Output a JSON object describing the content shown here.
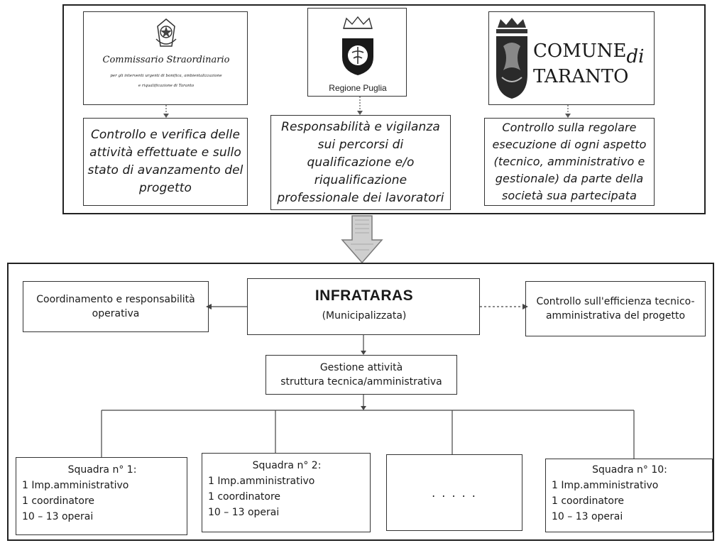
{
  "logos": {
    "commissario": {
      "title": "Commissario Straordinario",
      "subtitle_line1": "per gli interventi urgenti di bonifica, ambientalizzazione",
      "subtitle_line2": "e riqualificazione di Taranto"
    },
    "regione": {
      "label": "Regione Puglia"
    },
    "comune": {
      "line1_main": "COMUNE",
      "line1_suffix": "di",
      "line2": "TARANTO"
    }
  },
  "roles": {
    "commissario": "Controllo e verifica delle attività effettuate e sullo stato di avanzamento del progetto",
    "regione": "Responsabilità e vigilanza sui percorsi di qualificazione e/o riqualificazione professionale dei lavoratori",
    "comune": "Controllo sulla regolare esecuzione di ogni aspetto (tecnico, amministrativo e gestionale) da parte della società sua partecipata"
  },
  "center": {
    "title": "INFRATARAS",
    "subtitle": "(Municipalizzata)"
  },
  "side_left": "Coordinamento e responsabilità operativa",
  "side_right": "Controllo sull'efficienza tecnico-amministrativa del progetto",
  "gestione": {
    "line1": "Gestione attività",
    "line2": "struttura tecnica/amministrativa"
  },
  "teams": [
    {
      "title": "Squadra n° 1:",
      "lines": [
        "1 Imp.amministrativo",
        "1 coordinatore",
        "10 – 13 operai"
      ]
    },
    {
      "title": "Squadra n° 2:",
      "lines": [
        "1 Imp.amministrativo",
        "1 coordinatore",
        "10 – 13 operai"
      ]
    },
    {
      "ellipsis": ". . . . ."
    },
    {
      "title": "Squadra n° 10:",
      "lines": [
        "1 Imp.amministrativo",
        "1 coordinatore",
        "10 – 13 operai"
      ]
    }
  ],
  "colors": {
    "ink": "#1a1a1a",
    "big_arrow_fill": "#cfcfcf",
    "big_arrow_stroke": "#7a7a7a"
  }
}
